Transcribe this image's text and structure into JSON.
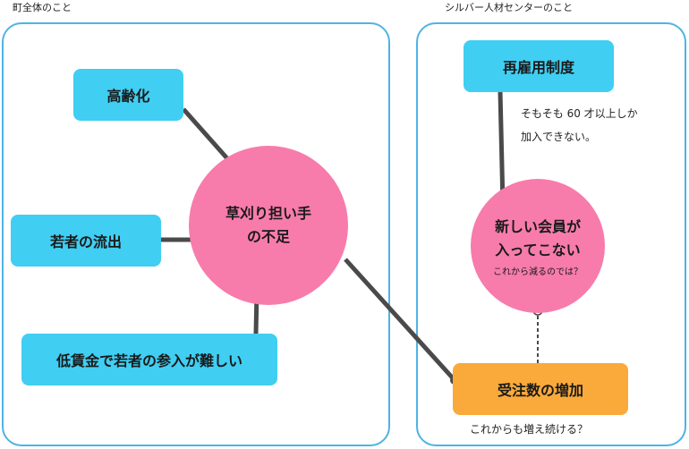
{
  "left_section": {
    "title": "町全体のこと"
  },
  "right_section": {
    "title": "シルバー人材センターのこと"
  },
  "nodes": {
    "aging": "高齢化",
    "youth_outflow": "若者の流出",
    "low_wage": "低賃金で若者の参入が難しい",
    "shortage": "草刈り担い手\nの不足",
    "reemployment": "再雇用制度",
    "new_members": "新しい会員が\n入ってこない",
    "new_members_sub": "これから減るのでは？",
    "orders": "受注数の増加"
  },
  "notes": {
    "age_limit": "そもそも 60 才以上しか\n加入できない。",
    "orders_question": "これからも増え続ける？"
  },
  "colors": {
    "panel_border": "#4fb3e3",
    "blue_box": "#40cef2",
    "orange_box": "#f9aa3b",
    "pink_circle": "#f77cab",
    "connector": "#4a4a4a"
  }
}
